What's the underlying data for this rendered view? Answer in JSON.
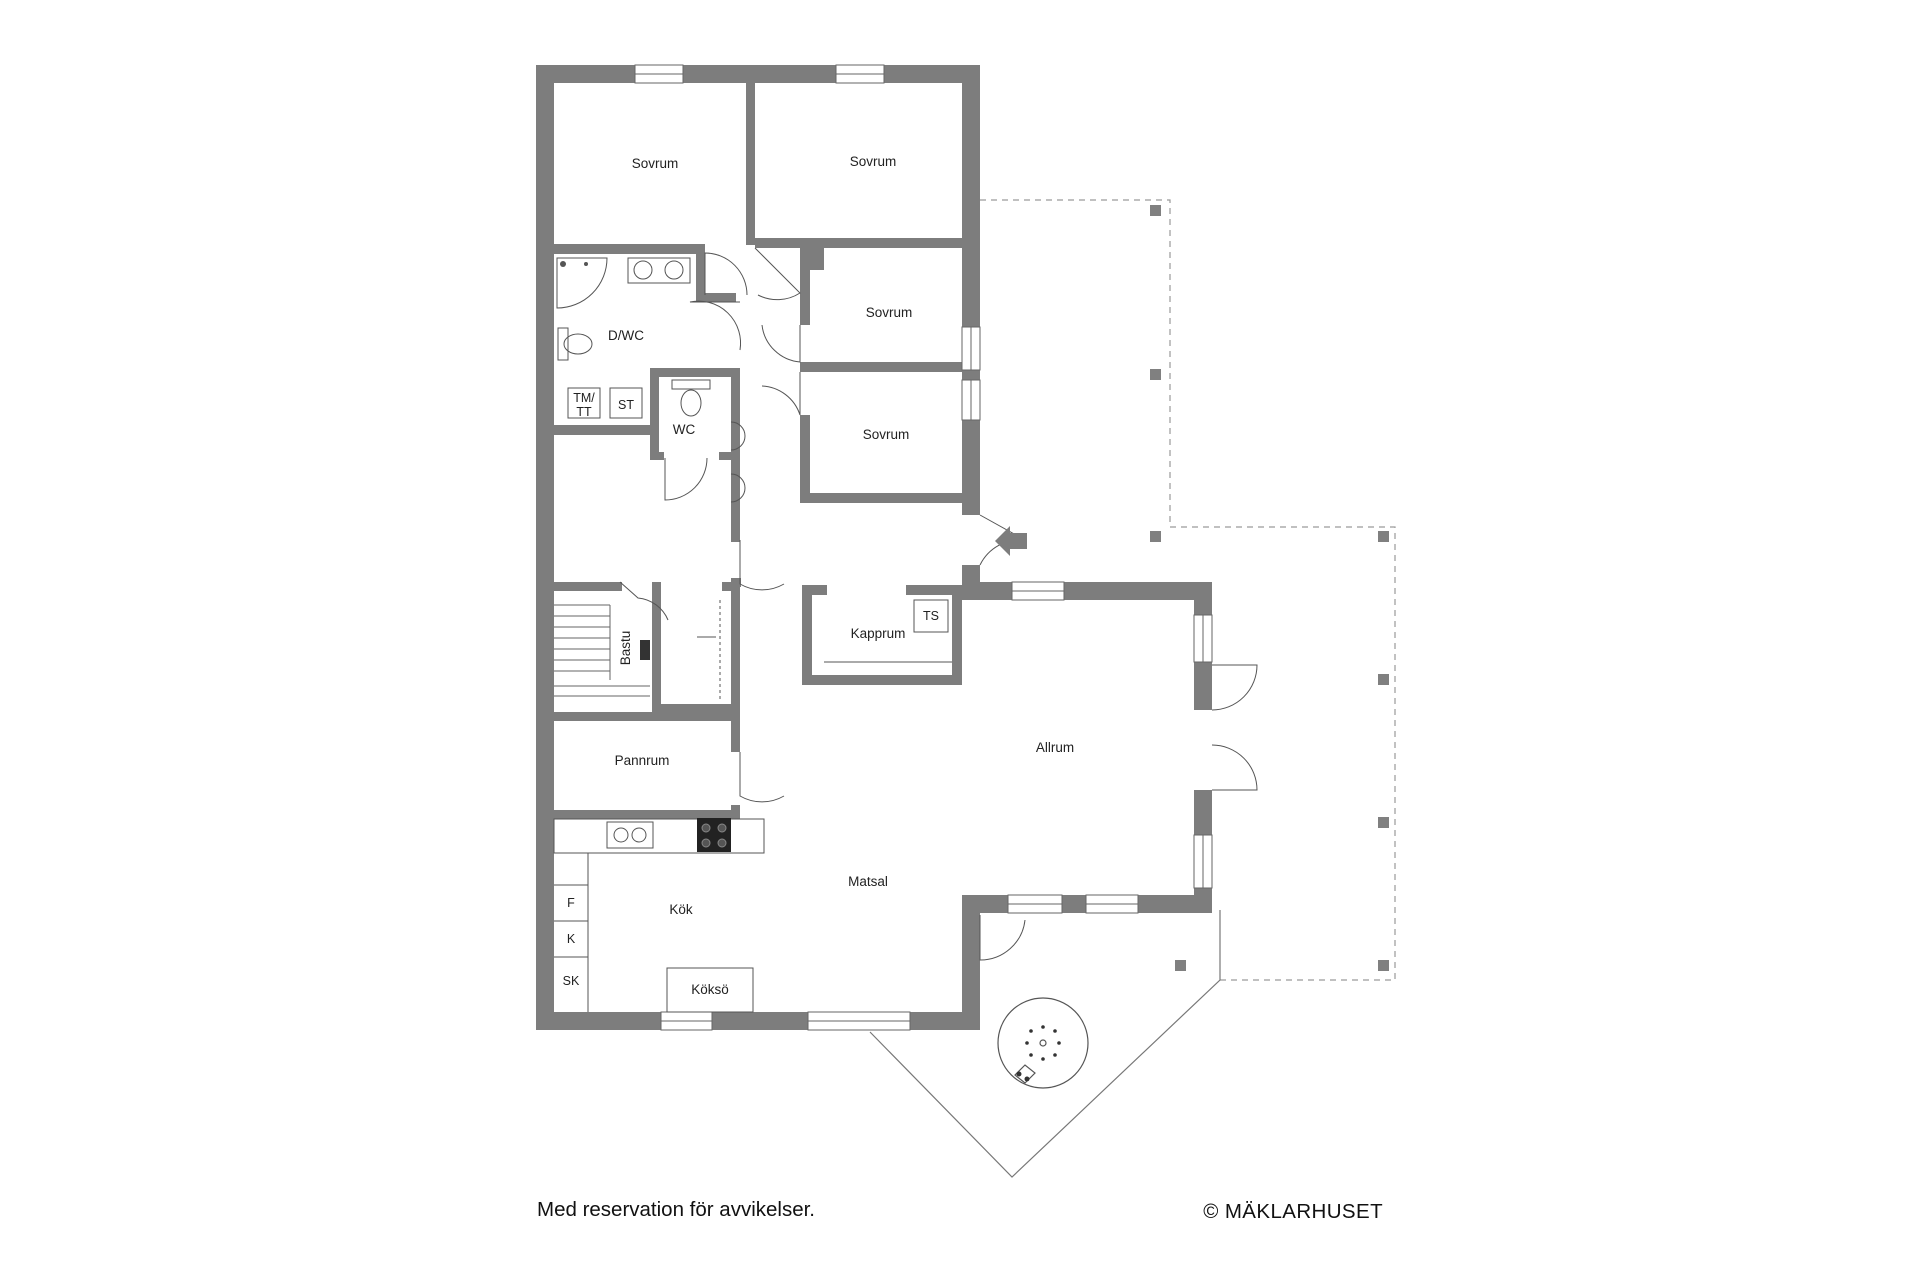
{
  "rooms": {
    "sovrum_1": "Sovrum",
    "sovrum_2": "Sovrum",
    "sovrum_3": "Sovrum",
    "sovrum_4": "Sovrum",
    "dwc": "D/WC",
    "wc": "WC",
    "bastu": "Bastu",
    "kapprum": "Kapprum",
    "pannrum": "Pannrum",
    "allrum": "Allrum",
    "matsal": "Matsal",
    "kok": "Kök",
    "kokso": "Köksö"
  },
  "fixtures": {
    "tm_tt_line1": "TM/",
    "tm_tt_line2": "TT",
    "st": "ST",
    "ts": "TS",
    "f": "F",
    "k": "K",
    "sk": "SK"
  },
  "footer": {
    "disclaimer": "Med reservation för avvikelser.",
    "copyright": "© MÄKLARHUSET"
  },
  "colors": {
    "wall": "#7d7d7d",
    "line": "#555555",
    "dashed": "#9a9a9a",
    "post": "#808080"
  }
}
